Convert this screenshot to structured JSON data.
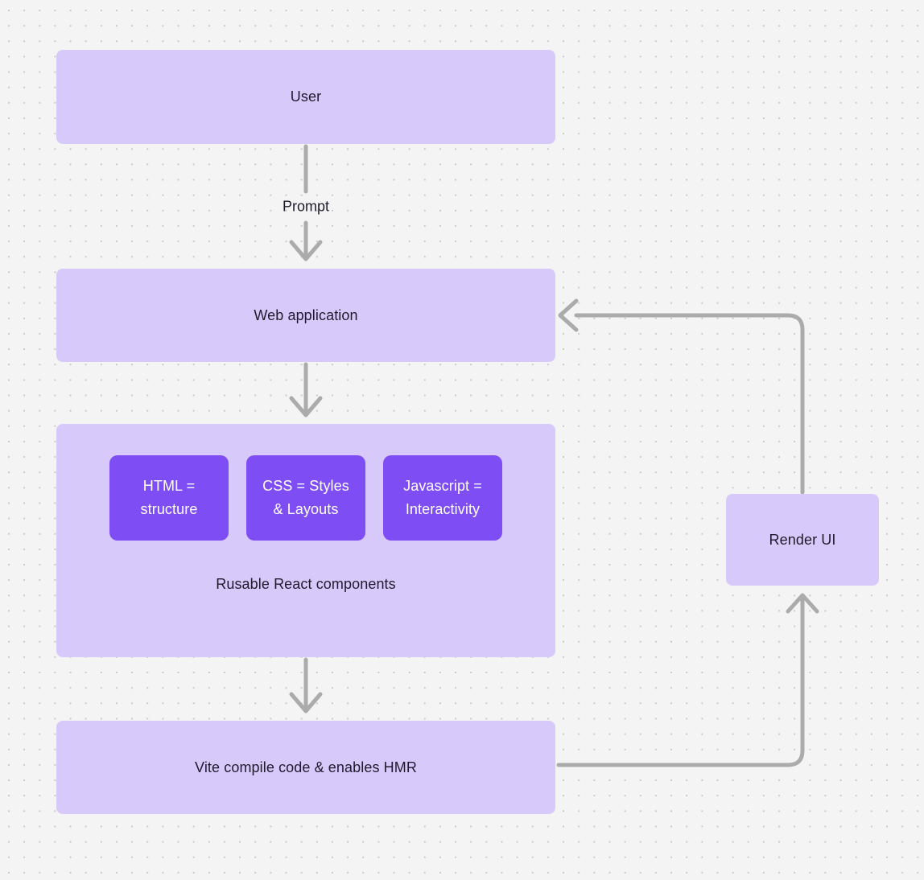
{
  "canvas": {
    "background_color": "#f4f4f4",
    "dot_color": "#c9c9c9",
    "node_fill": "#d8c9fb",
    "node_accent_fill": "#7f4df4",
    "edge_color": "#ababab",
    "text_color": "#1f1b2d"
  },
  "nodes": {
    "user": {
      "label": "User"
    },
    "web_application": {
      "label": "Web application"
    },
    "components": {
      "caption": "Rusable React components",
      "chips": [
        {
          "line1": "HTML =",
          "line2": "structure"
        },
        {
          "line1": "CSS = Styles",
          "line2": "& Layouts"
        },
        {
          "line1": "Javascript =",
          "line2": "Interactivity"
        }
      ]
    },
    "vite": {
      "label": "Vite compile code & enables HMR"
    },
    "render_ui": {
      "label": "Render UI"
    }
  },
  "edges": {
    "user_to_webapp": {
      "label": "Prompt"
    },
    "webapp_to_components": {
      "label": ""
    },
    "components_to_vite": {
      "label": ""
    },
    "vite_to_render": {
      "label": ""
    },
    "render_to_webapp": {
      "label": ""
    }
  }
}
